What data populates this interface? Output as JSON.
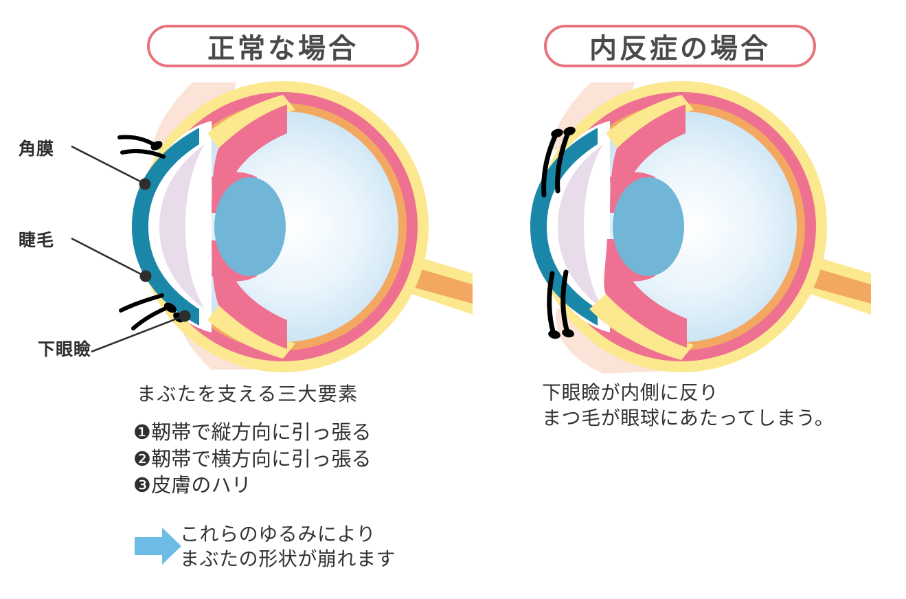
{
  "panels": {
    "normal": {
      "title": "正常な場合"
    },
    "entropion": {
      "title": "内反症の場合"
    }
  },
  "callouts": {
    "cornea": "角膜",
    "eyelash": "睫毛",
    "lower_eyelid": "下眼瞼"
  },
  "left_notes": {
    "heading": "まぶたを支える三大要素",
    "items": [
      "❶靭帯で縦方向に引っ張る",
      "❷靭帯で横方向に引っ張る",
      "❸皮膚のハリ"
    ],
    "result": "これらのゆるみにより\nまぶたの形状が崩れます"
  },
  "right_notes": {
    "caption": "下眼瞼が内側に反り\nまつ毛が眼球にあたってしまう。"
  },
  "icons": {
    "flow_arrow": "right-arrow-icon"
  },
  "colors": {
    "pill_border": "#e8737c",
    "title_text": "#4a4a4a",
    "body_text": "#333333",
    "arrow_blue": "#6cbce5",
    "skin": "#fbe4d7",
    "sclera_yellow": "#fbe88f",
    "choroid_pink": "#ef7192",
    "retina_orange": "#f2a861",
    "vitreous_blue": "#cbe4f4",
    "cornea_teal": "#1b87a8",
    "anterior_lavender": "#e8dcea",
    "iris_pink": "#ef7192",
    "lens_blue": "#71b6d6",
    "zonule_pink": "#f9c3ce",
    "lash_black": "#000000",
    "leader_line": "#2e2e2e",
    "bullet_circle": "#2f2f2f"
  }
}
